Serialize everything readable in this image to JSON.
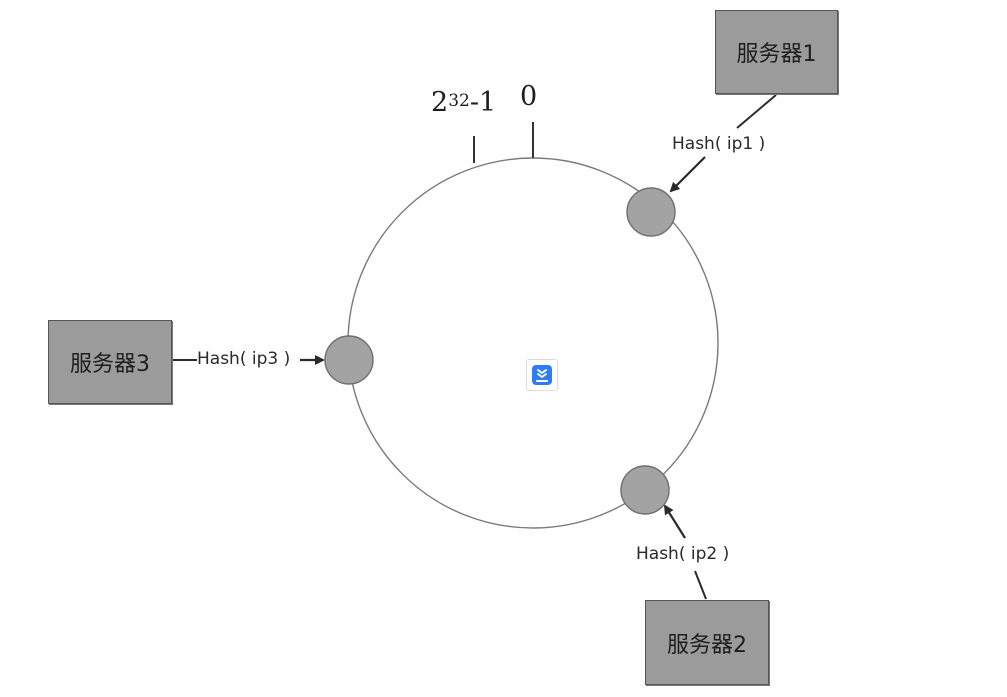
{
  "diagram": {
    "ring": {
      "top_marker_max": "2",
      "top_marker_max_exp": "32",
      "top_marker_max_suffix": "-1",
      "top_marker_zero": "0"
    },
    "servers": [
      {
        "label": "服务器1",
        "hash_label": "Hash( ip1 )"
      },
      {
        "label": "服务器2",
        "hash_label": "Hash( ip2 )"
      },
      {
        "label": "服务器3",
        "hash_label": "Hash( ip3 )"
      }
    ],
    "colors": {
      "server_box": "#9b9b9b",
      "node": "#a3a3a3",
      "ring_stroke": "#7a7a7a",
      "arrow": "#2a2a2a"
    },
    "center_icon": "app-logo-icon"
  }
}
